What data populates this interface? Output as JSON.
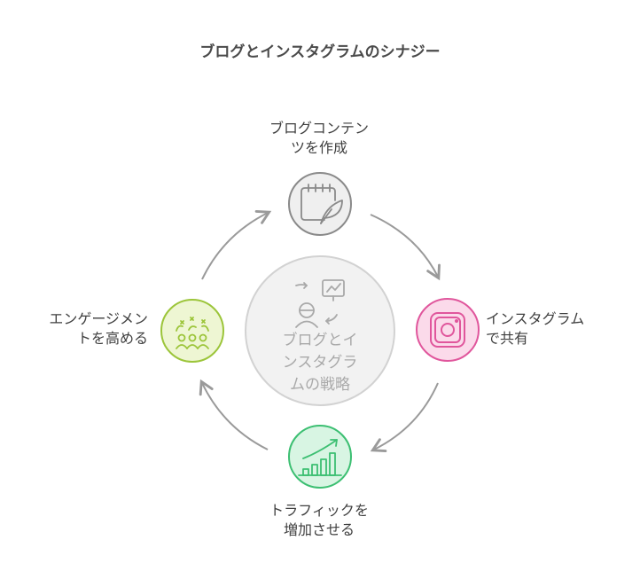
{
  "title": "ブログとインスタグラムのシナジー",
  "center": {
    "lines": [
      "ブログとイ",
      "ンスタグラ",
      "ムの戦略"
    ]
  },
  "nodes": {
    "top": {
      "lines": [
        "ブログコンテン",
        "ツを作成"
      ],
      "icon": "notepad-feather-icon",
      "color": "#8a8a8a",
      "fill": "#efefef"
    },
    "right": {
      "lines": [
        "インスタグラム",
        "で共有"
      ],
      "icon": "instagram-icon",
      "color": "#e0569c",
      "fill": "#fbdaea"
    },
    "bottom": {
      "lines": [
        "トラフィックを",
        "増加させる"
      ],
      "icon": "bar-chart-growth-icon",
      "color": "#3cbf72",
      "fill": "#d8f5e3"
    },
    "left": {
      "lines": [
        "エンゲージメン",
        "トを高める"
      ],
      "icon": "celebrating-people-icon",
      "color": "#9cc53a",
      "fill": "#eef6d3"
    }
  },
  "colors": {
    "arrow": "#9a9a9a",
    "center_fill": "#f2f2f2",
    "center_stroke": "#d2d2d2"
  }
}
